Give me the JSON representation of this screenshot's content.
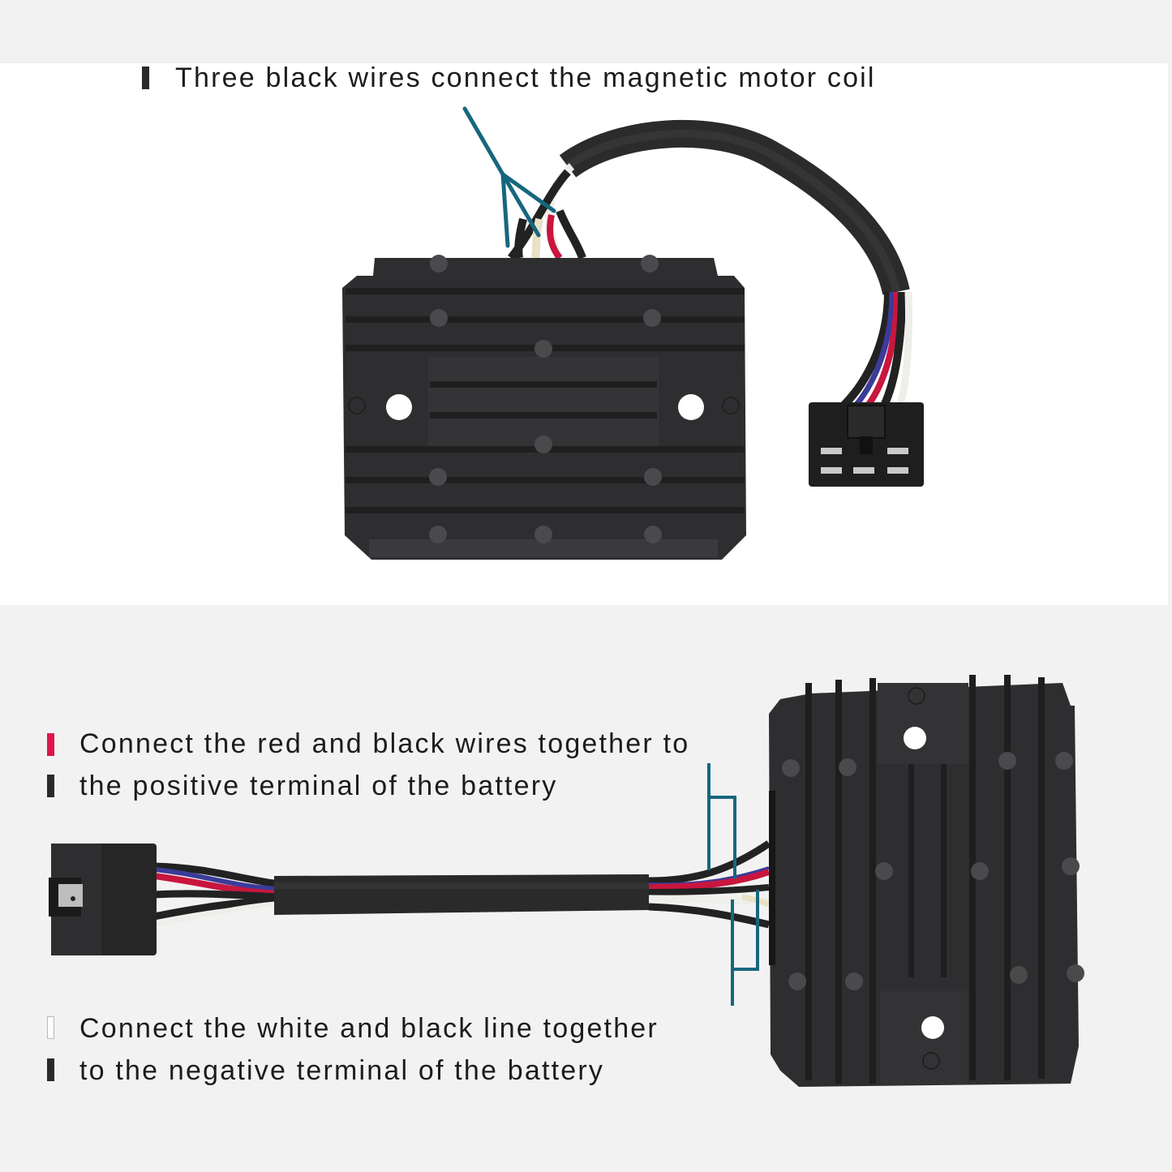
{
  "top_section": {
    "caption": "Three black wires connect the magnetic motor coil",
    "marker_color": "#2a2a2a"
  },
  "bottom_section": {
    "positive_note": {
      "line1": "Connect the red and black wires together to",
      "line2": "the positive terminal of the battery",
      "marker1_color": "#e0144c",
      "marker2_color": "#2a2a2a"
    },
    "negative_note": {
      "line1": "Connect the white and black line together",
      "line2": "to the negative terminal of the battery",
      "marker1_color": "#ffffff",
      "marker2_color": "#2a2a2a"
    }
  },
  "colors": {
    "annotation_line": "#16677e",
    "regulator_body": "#2f2f30",
    "wire_red": "#c8163e",
    "wire_blue": "#3b3b9a",
    "wire_white": "#eeeeea",
    "wire_black": "#222222"
  },
  "icons": {
    "regulator_front": "voltage-regulator-icon",
    "regulator_side": "voltage-regulator-icon",
    "connector": "wire-connector-icon"
  }
}
